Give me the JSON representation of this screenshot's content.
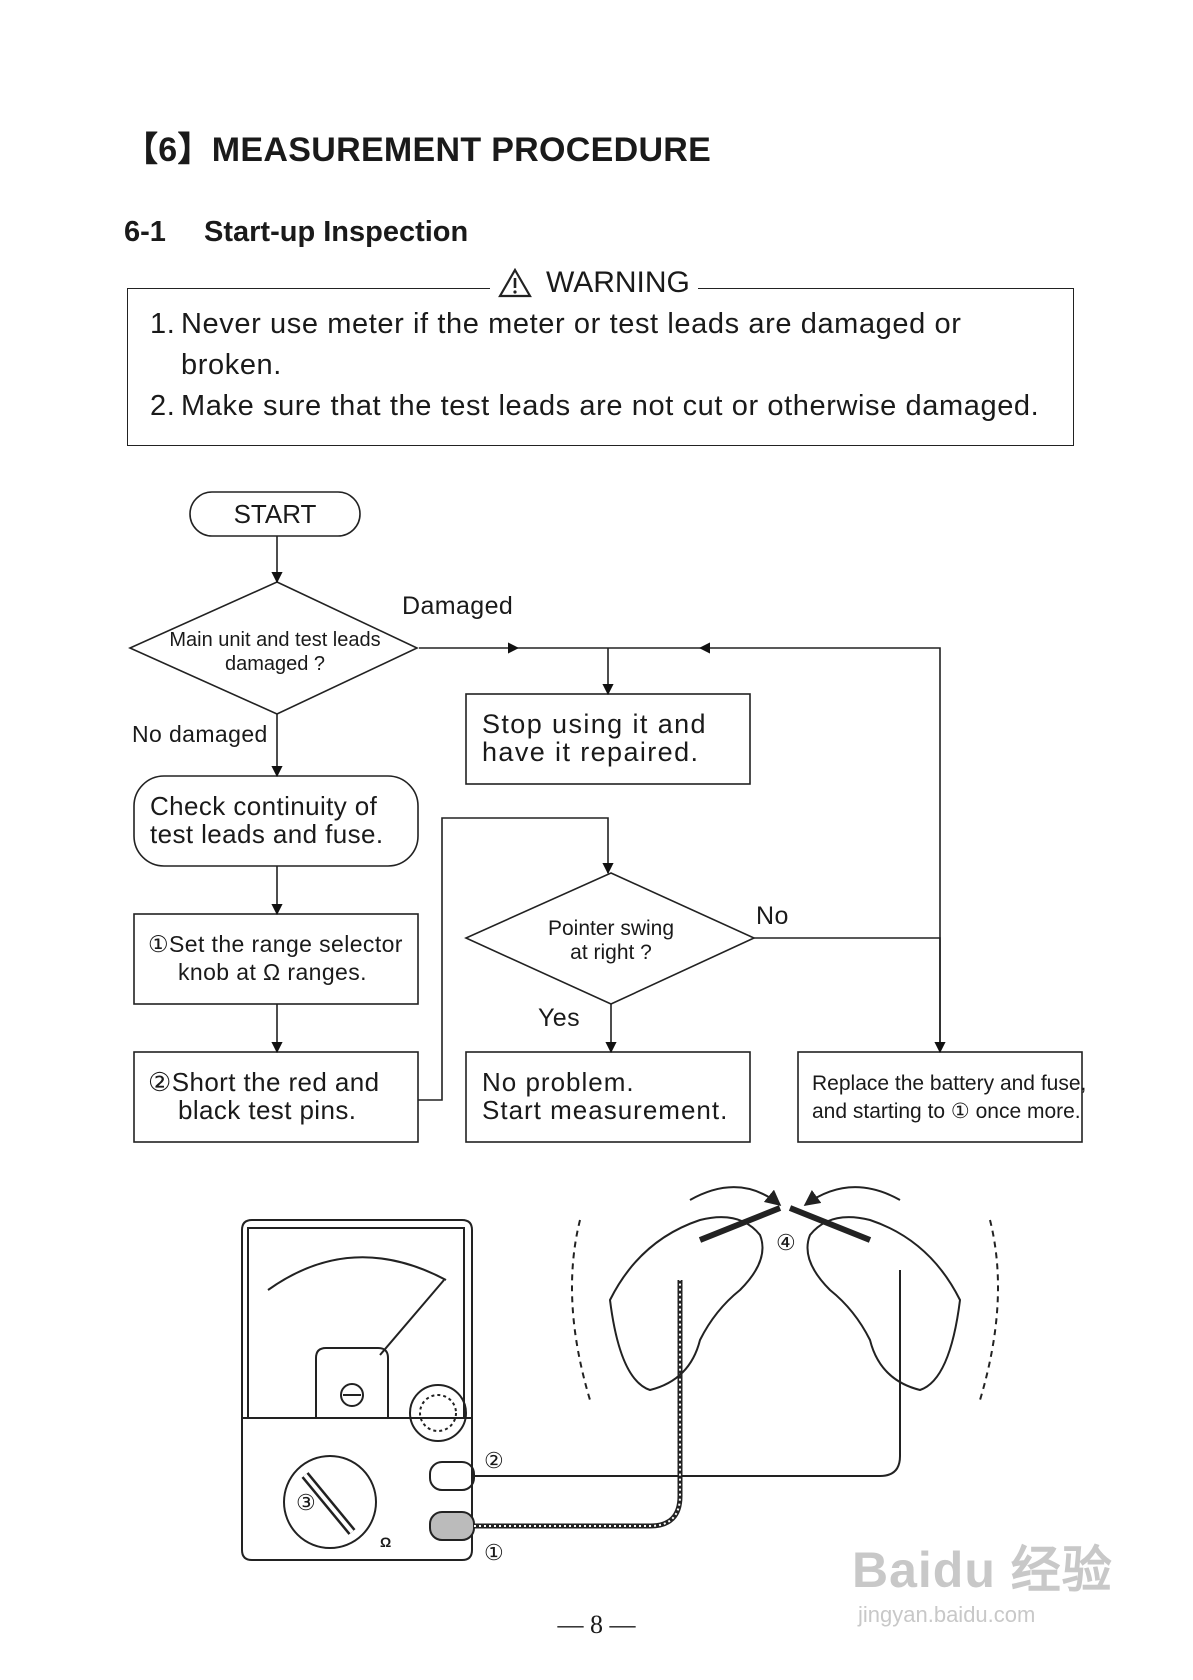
{
  "header": {
    "title": "【6】MEASUREMENT PROCEDURE",
    "section_number": "6-1",
    "section_title": "Start-up Inspection"
  },
  "warning": {
    "heading": "WARNING",
    "icon": "warning-triangle-icon",
    "items": [
      {
        "num": "1.",
        "lines": [
          "Never use meter if the meter or test leads are damaged or",
          "broken."
        ]
      },
      {
        "num": "2.",
        "lines": [
          "Make sure that the test leads are not cut or otherwise damaged."
        ]
      }
    ]
  },
  "flowchart": {
    "start": "START",
    "decision1": [
      "Main unit and test leads",
      "damaged ?"
    ],
    "damaged_label": "Damaged",
    "no_damaged_label": "No damaged",
    "stop_box": [
      "Stop using it and",
      "have it repaired."
    ],
    "check_box": [
      "Check continuity of",
      "test leads and fuse."
    ],
    "step1_num": "①",
    "step1": [
      "Set the range selector",
      "knob at Ω ranges."
    ],
    "step2_num": "②",
    "step2": [
      "Short the red and",
      "black test pins."
    ],
    "decision2": [
      "Pointer swing",
      "at right ?"
    ],
    "no_label": "No",
    "yes_label": "Yes",
    "no_problem_box": [
      "No problem.",
      "Start measurement."
    ],
    "replace_box": [
      "Replace the battery and fuse,",
      "and starting to ① once more."
    ]
  },
  "illustration": {
    "callout_1": "①",
    "callout_2": "②",
    "callout_3": "③",
    "callout_4": "④",
    "ohm_mark": "Ω"
  },
  "footer": {
    "page_number": "— 8 —"
  },
  "watermark": {
    "main": "Baidu 经验",
    "sub": "jingyan.baidu.com"
  }
}
